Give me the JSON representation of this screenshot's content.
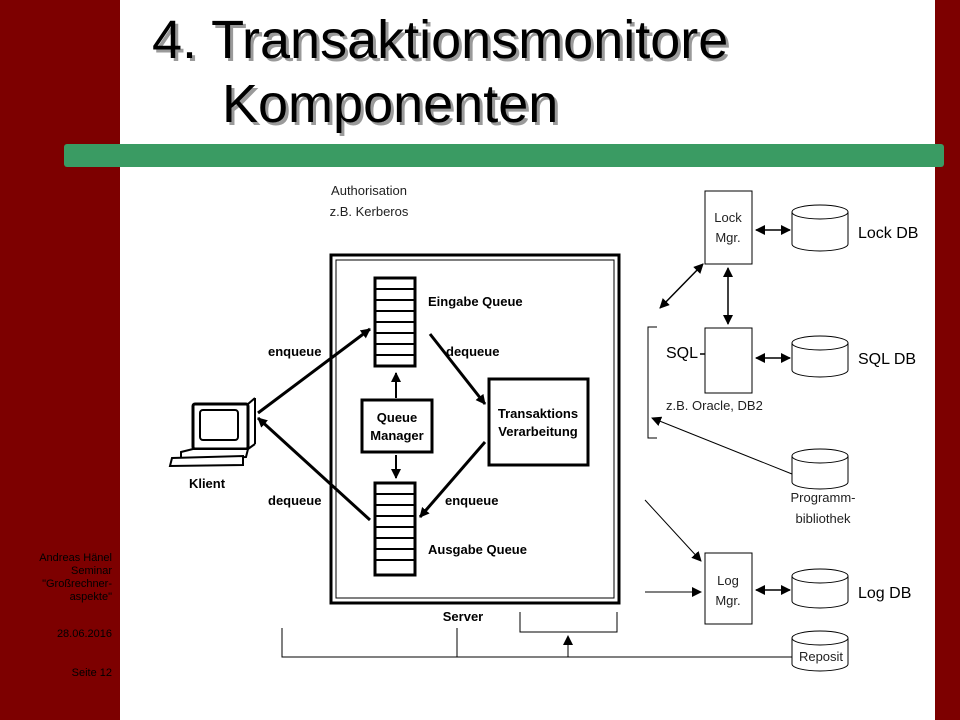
{
  "title": {
    "line1": "4. Transaktionsmonitore",
    "line2": "Komponenten"
  },
  "footer": {
    "author": "Andreas Hänel",
    "course": "Seminar",
    "topic": "\"Großrechner-",
    "topic2": "aspekte\"",
    "date": "28.06.2016",
    "page": "Seite 12"
  },
  "diagram": {
    "auth_line1": "Authorisation",
    "auth_line2": "z.B. Kerberos",
    "eingabe_queue": "Eingabe Queue",
    "ausgabe_queue": "Ausgabe Queue",
    "enqueue_top": "enqueue",
    "dequeue_top": "dequeue",
    "enqueue_bottom": "enqueue",
    "dequeue_bottom": "dequeue",
    "queue_manager_line1": "Queue",
    "queue_manager_line2": "Manager",
    "transaktions_line1": "Transaktions",
    "transaktions_line2": "Verarbeitung",
    "klient": "Klient",
    "server": "Server",
    "lock_mgr_line1": "Lock",
    "lock_mgr_line2": "Mgr.",
    "log_mgr_line1": "Log",
    "log_mgr_line2": "Mgr.",
    "sql": "SQL",
    "sql_example": "z.B. Oracle, DB2",
    "lock_db": "Lock DB",
    "sql_db": "SQL DB",
    "log_db": "Log DB",
    "programm_line1": "Programm-",
    "programm_line2": "bibliothek",
    "reposit": "Reposit"
  }
}
